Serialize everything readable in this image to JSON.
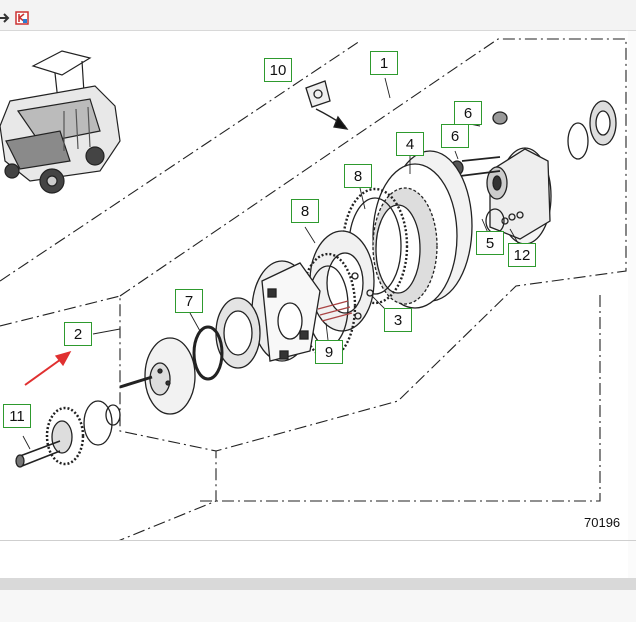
{
  "toolbar": {
    "buttons": [
      {
        "icon": "arrow-icon"
      },
      {
        "icon": "app-logo-icon"
      }
    ]
  },
  "diagram": {
    "drawing_number": "70196",
    "callouts": [
      {
        "label": "1"
      },
      {
        "label": "10"
      },
      {
        "label": "6"
      },
      {
        "label": "6"
      },
      {
        "label": "4"
      },
      {
        "label": "8"
      },
      {
        "label": "8"
      },
      {
        "label": "5"
      },
      {
        "label": "12"
      },
      {
        "label": "7"
      },
      {
        "label": "2"
      },
      {
        "label": "3"
      },
      {
        "label": "9"
      },
      {
        "label": "11"
      }
    ],
    "colors": {
      "callout_border": "#2e9a2e",
      "pointer_arrow": "#e03030"
    }
  }
}
